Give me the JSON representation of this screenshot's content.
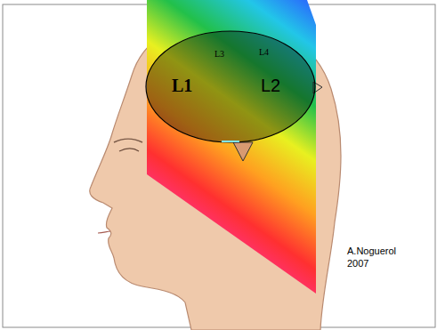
{
  "diagram": {
    "nodes": [
      {
        "text": [
          "L3",
          "L4",
          "L1",
          "L2"
        ]
      }
    ],
    "labels": [
      "A.Noguerol 2007"
    ]
  }
}
